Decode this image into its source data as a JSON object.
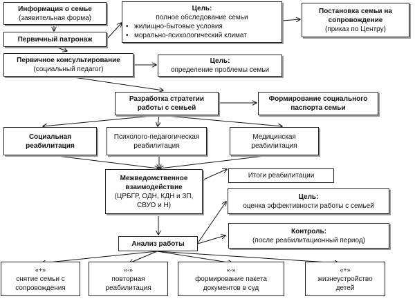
{
  "nodes": {
    "info": {
      "title": "Информация о семье",
      "sub": "(заявительная форма)"
    },
    "patronage": {
      "title": "Первичный патронаж"
    },
    "goal1": {
      "title": "Цель:",
      "line": "полное обследование семьи",
      "bullets": [
        "жилищно-бытовые условия",
        "морально-психологический климат"
      ]
    },
    "registration": {
      "title1": "Постановка семьи на",
      "title2": "сопровождение",
      "sub": "(приказ по Центру)"
    },
    "consult": {
      "title": "Первичное консультирование",
      "sub": "(социальный педагог)"
    },
    "goal2": {
      "title": "Цель:",
      "line": "определение проблемы семьи"
    },
    "strategy": {
      "title1": "Разработка стратегии",
      "title2": "работы с семьей"
    },
    "passport": {
      "title1": "Формирование социального",
      "title2": "паспорта семьи"
    },
    "social": {
      "title1": "Социальная",
      "title2": "реабилитация"
    },
    "psych": {
      "line1": "Психолого-педагогическая",
      "line2": "реабилитация"
    },
    "medical": {
      "line1": "Медицинская",
      "line2": "реабилитация"
    },
    "interagency": {
      "title1": "Межведомственное",
      "title2": "взаимодействие",
      "sub1": "(ЦРБГР, ОДН, КДН и ЗП,",
      "sub2": "СВУО и Н)"
    },
    "results": {
      "line": "Итоги реабилитации"
    },
    "goal3": {
      "title": "Цель:",
      "line": "оценка эффективности работы с семьей"
    },
    "control": {
      "title": "Контроль:",
      "line": "(после реабилитационный период)"
    },
    "analysis": {
      "title": "Анализ работы"
    },
    "out1": {
      "mark": "«+»",
      "line1": "снятие семьи с",
      "line2": "сопровождения"
    },
    "out2": {
      "mark": "«-»",
      "line1": "повторная",
      "line2": "реабилитация"
    },
    "out3": {
      "mark": "«-»",
      "line1": "формирование пакета",
      "line2": "документов в суд"
    },
    "out4": {
      "mark": "«+»",
      "line1": "жизнеустройство",
      "line2": "детей"
    }
  }
}
